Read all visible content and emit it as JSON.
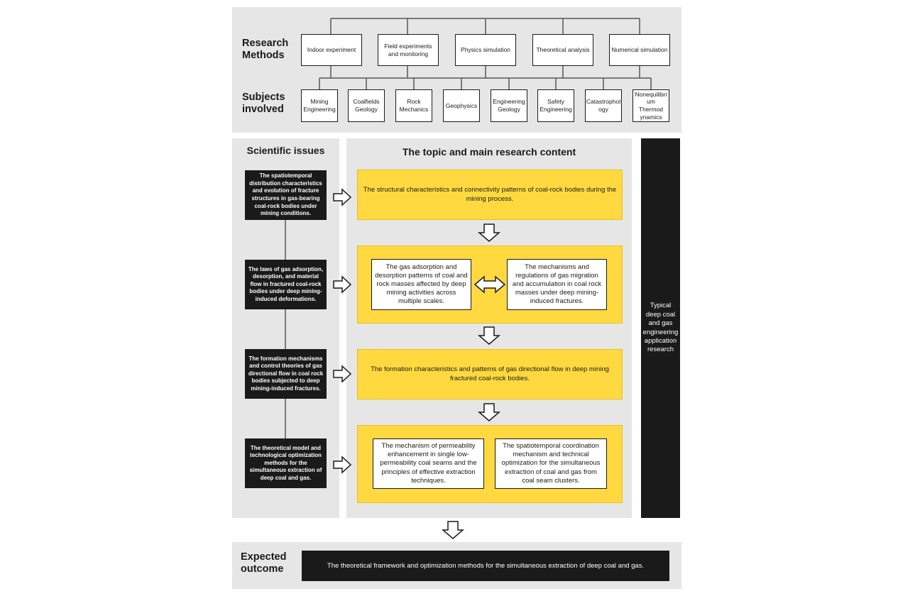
{
  "research_methods": {
    "label": "Research Methods",
    "items": [
      "Indoor experiment",
      "Field experiments and monitoring",
      "Physics simulation",
      "Theoretical analysis",
      "Numerical simulation"
    ]
  },
  "subjects": {
    "label": "Subjects involved",
    "items": [
      "Mining Engineering",
      "Coalfields Geology",
      "Rock Mechanics",
      "Geophysics",
      "Engineering Geology",
      "Safety Engineering",
      "Catastrophol ogy",
      "Nonequilibri um Thermod ynamics"
    ]
  },
  "scientific_issues": {
    "heading": "Scientific issues",
    "items": [
      "The spatiotemporal distribution characteristics and evolution of fracture structures in gas-bearing coal-rock bodies under mining conditions.",
      "The laws of gas adsorption, desorption, and material flow in fractured coal-rock bodies under deep mining-induced deformations.",
      "The formation mechanisms and control theories of gas directional flow in coal rock bodies subjected to deep mining-induced fractures.",
      "The theoretical model and technological optimization methods for the simultaneous extraction of deep coal and gas."
    ]
  },
  "topic": {
    "heading": "The topic and main research content",
    "box1": "The structural characteristics and connectivity patterns of coal-rock bodies during the mining process.",
    "box2_left": "The gas adsorption and desorption patterns of coal and rock masses affected by deep mining activities across multiple scales.",
    "box2_right": "The mechanisms and regulations of gas migration and accumulation in coal rock masses under deep mining-induced fractures.",
    "box3": "The formation characteristics and patterns of gas directional flow in deep mining fractured coal-rock bodies.",
    "box4_left": "The mechanism of permeability enhancement in single low-permeability coal seams and the principles of effective extraction techniques.",
    "box4_right": "The spatiotemporal coordination mechanism and technical optimization for the simultaneous extraction of coal and gas from coal seam clusters."
  },
  "side_label": "Typical deep coal and gas engineering application research",
  "expected": {
    "label": "Expected outcome",
    "text": "The theoretical framework and optimization methods for the simultaneous extraction of deep coal and gas."
  },
  "colors": {
    "panel": "#e6e6e6",
    "dark": "#1a1a1a",
    "yellow": "#ffd93f"
  }
}
